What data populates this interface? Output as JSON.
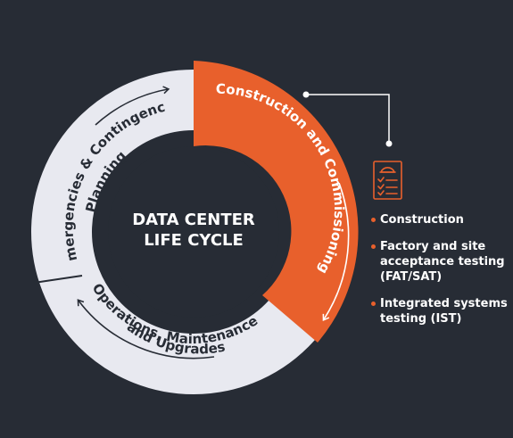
{
  "diagram": {
    "center_title": [
      "DATA CENTER",
      "LIFE CYCLE"
    ],
    "phases": [
      {
        "id": "construction",
        "label": "Construction and Commissioning",
        "color": "#e8602c",
        "text_color": "#ffffff"
      },
      {
        "id": "operations",
        "label_lines": [
          "Operations, Maintenance",
          "and Upgrades"
        ],
        "color": "#e8e9f0",
        "text_color": "#272c35"
      },
      {
        "id": "emergencies",
        "label_lines": [
          "Emergencies & Contingency",
          "Planning"
        ],
        "color": "#e8e9f0",
        "text_color": "#272c35"
      }
    ],
    "checklist_icon": "checklist-icon",
    "bullets": [
      "Construction",
      "Factory and site acceptance testing (FAT/SAT)",
      "Integrated systems testing (IST)"
    ]
  },
  "colors": {
    "background": "#272c35",
    "accent": "#e8602c",
    "ring_light": "#e8e9f0",
    "ring_dark_text": "#272c35"
  }
}
